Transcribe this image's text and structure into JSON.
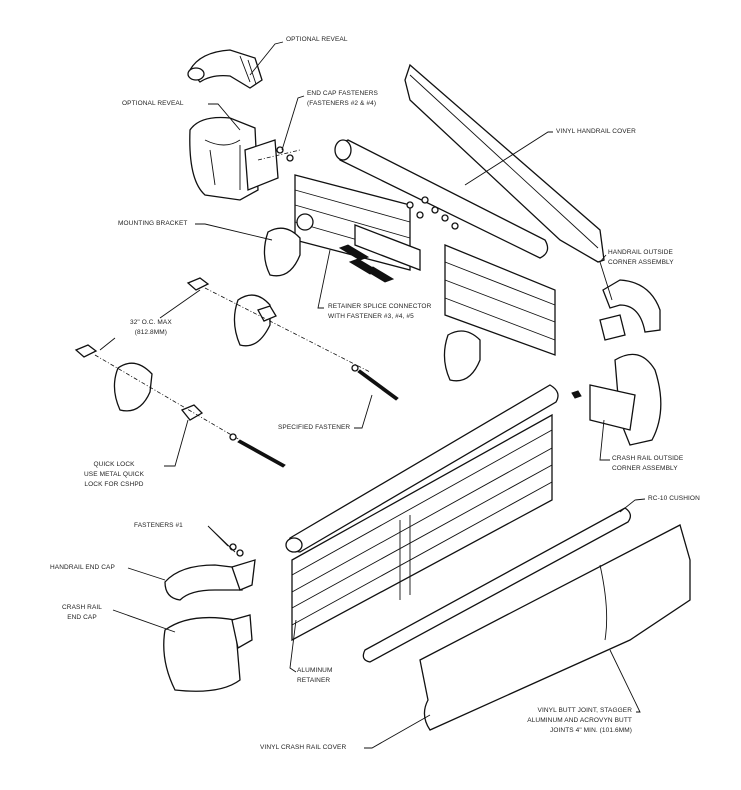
{
  "diagram": {
    "labels": {
      "optional_reveal_top": "OPTIONAL REVEAL",
      "optional_reveal_left": "OPTIONAL REVEAL",
      "end_cap_fasteners": [
        "END CAP FASTENERS",
        "(FASTENERS #2 & #4)"
      ],
      "vinyl_handrail_cover": "VINYL HANDRAIL COVER",
      "mounting_bracket": "MOUNTING BRACKET",
      "handrail_outside_corner": [
        "HANDRAIL OUTSIDE",
        "CORNER ASSEMBLY"
      ],
      "retainer_splice": [
        "RETAINER SPLICE CONNECTOR",
        "WITH FASTENER #3, #4, #5"
      ],
      "spacing": [
        "32\" O.C. MAX",
        "(812.8mm)"
      ],
      "specified_fastener": "SPECIFIED FASTENER",
      "crash_rail_outside_corner": [
        "CRASH RAIL OUTSIDE",
        "CORNER ASSEMBLY"
      ],
      "quick_lock": [
        "QUICK LOCK",
        "USE METAL QUICK",
        "LOCK FOR CSHPD"
      ],
      "rc10_cushion": "RC-10 CUSHION",
      "fasteners_1": "FASTENERS #1",
      "handrail_end_cap": "HANDRAIL END CAP",
      "crash_rail_end_cap": [
        "CRASH RAIL",
        "END CAP"
      ],
      "aluminum_retainer": [
        "ALUMINUM",
        "RETAINER"
      ],
      "vinyl_butt_joint": [
        "VINYL BUTT JOINT, STAGGER",
        "ALUMINUM AND ACROVYN BUTT",
        "JOINTS 4\" MIN. (101.6MM)"
      ],
      "vinyl_crash_rail_cover": "VINYL CRASH RAIL COVER"
    }
  }
}
